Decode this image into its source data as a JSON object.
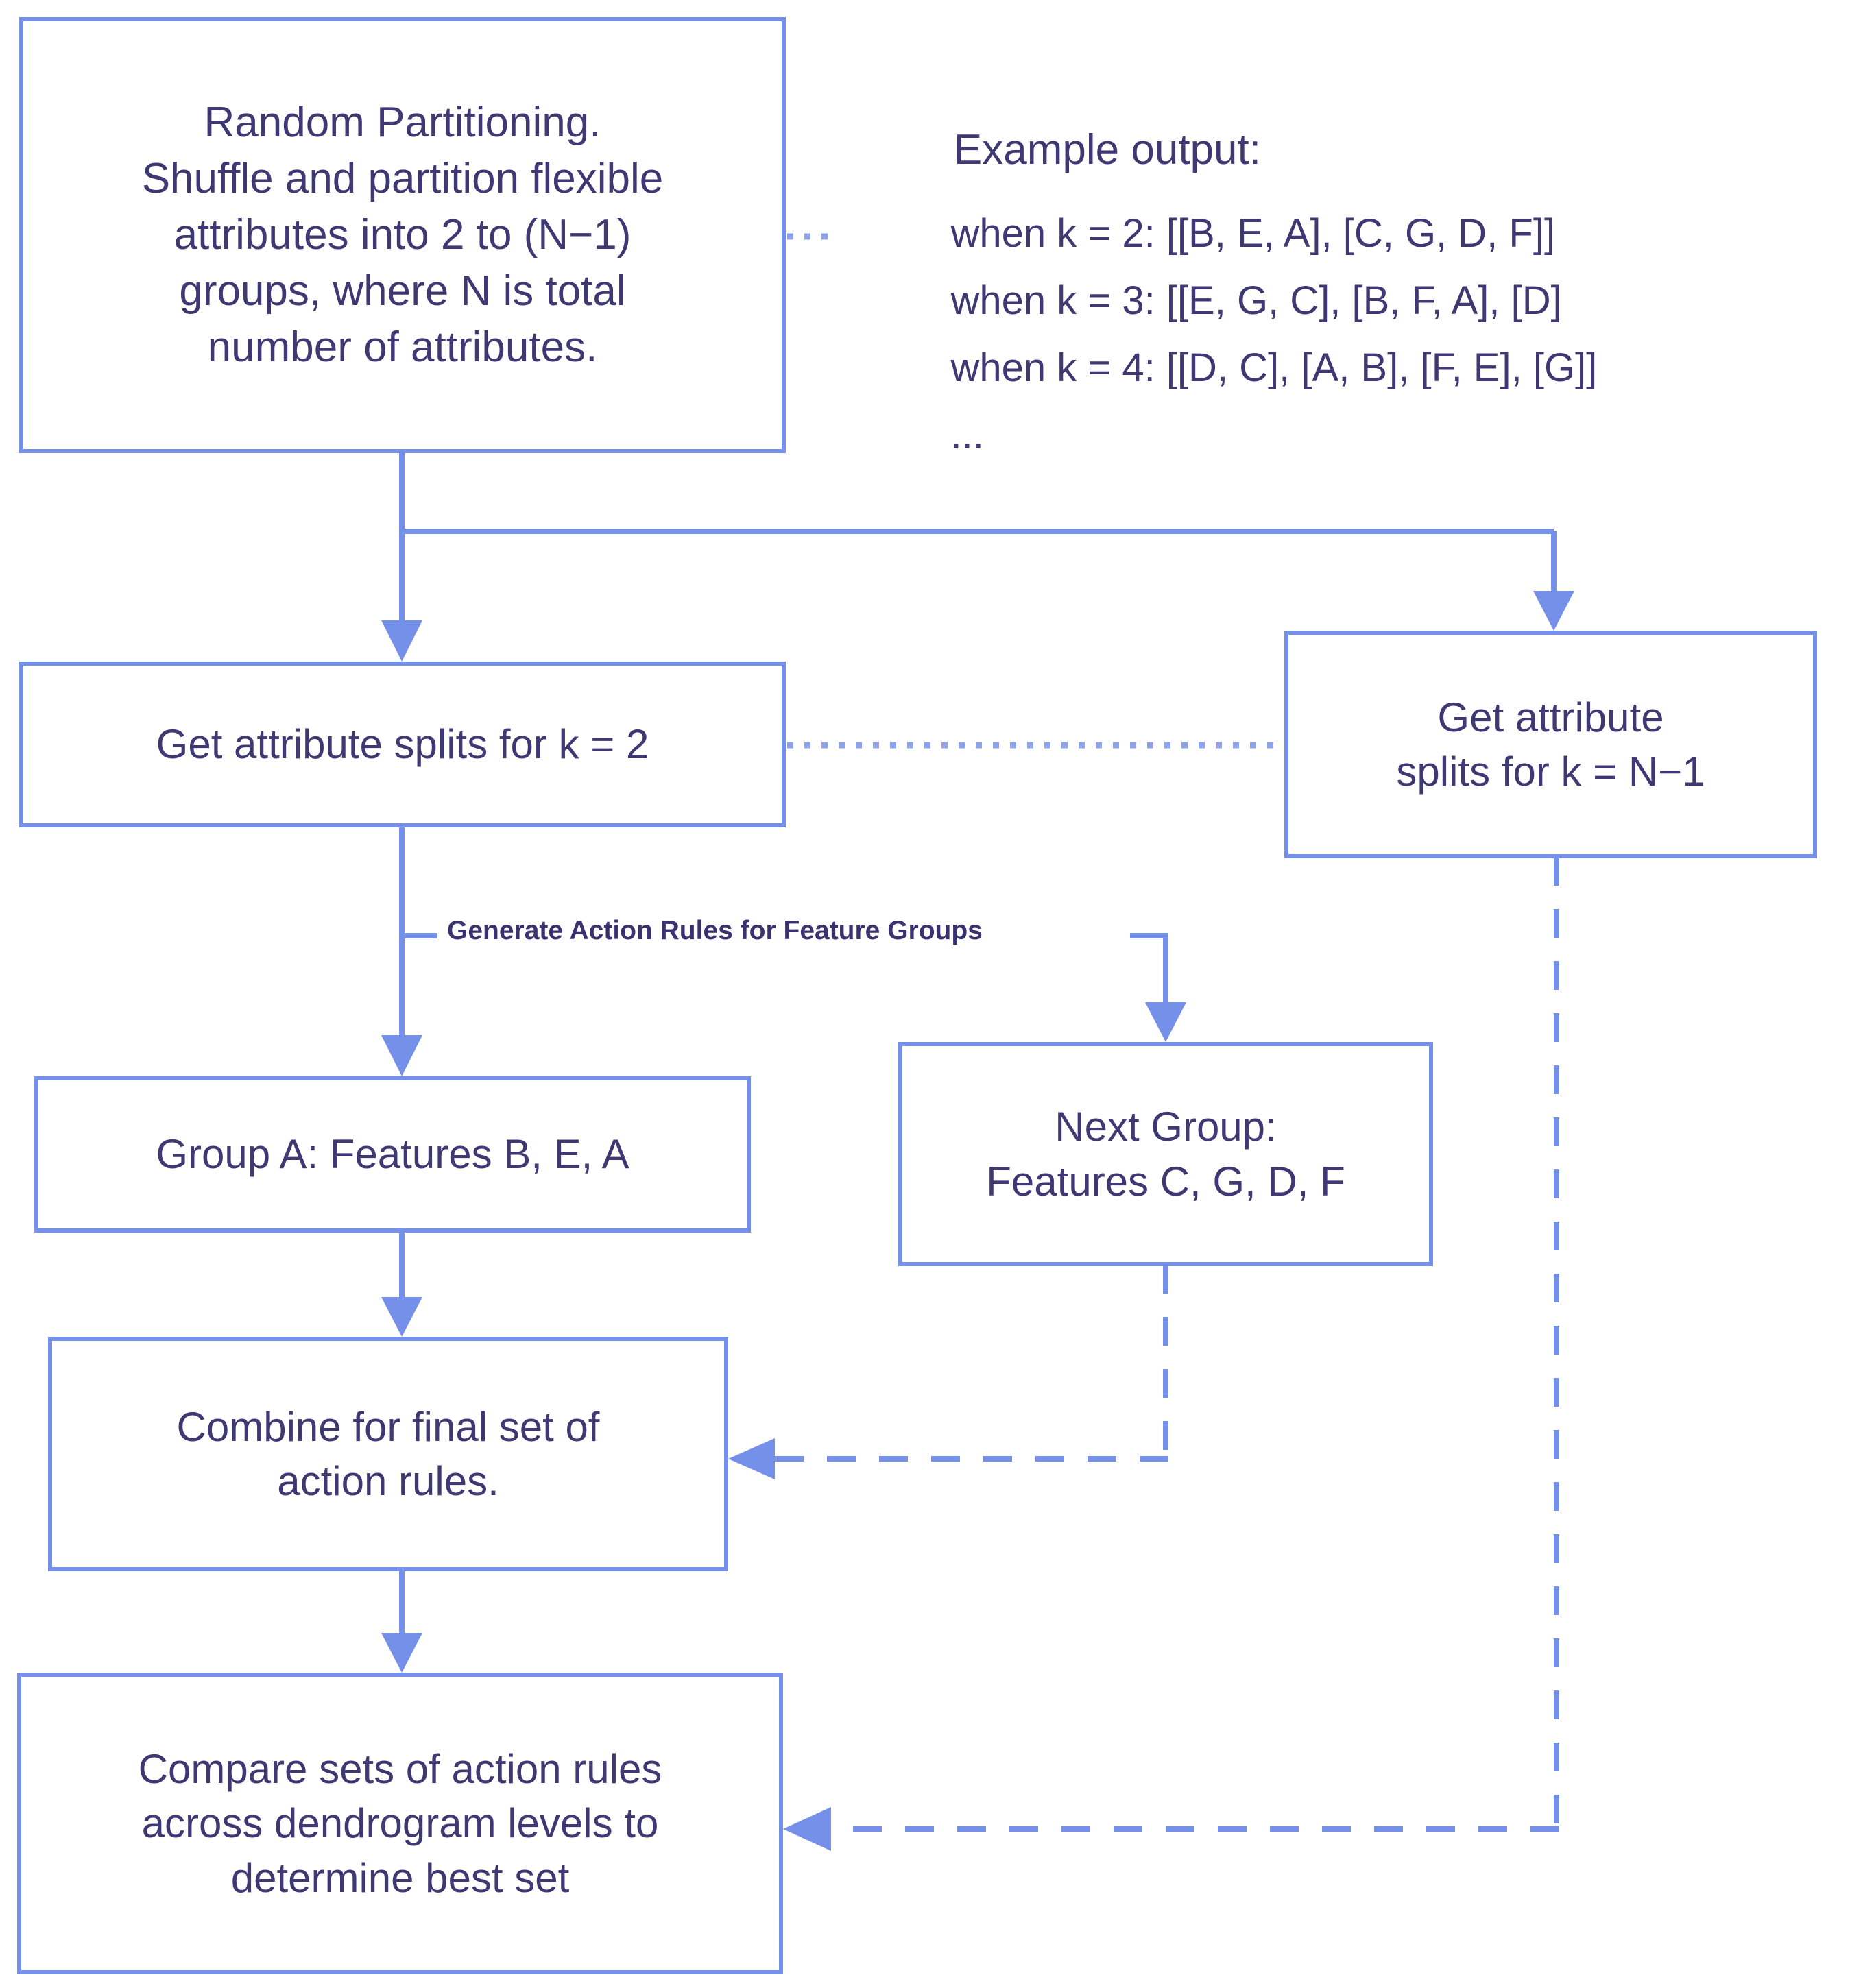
{
  "diagram": {
    "title": "Random partitioning action rule generation flowchart",
    "colors": {
      "stroke": "#7490E8",
      "text": "#403872",
      "background": "#FFFFFF"
    },
    "nodes": {
      "random_partitioning": "Random Partitioning.\nShuffle and partition flexible\nattributes into 2 to (N−1)\ngroups, where N is total\nnumber of attributes.",
      "splits_k2": "Get attribute splits for k = 2",
      "splits_kn1": "Get attribute\nsplits for k = N−1",
      "group_a": "Group A: Features B, E, A",
      "next_group": "Next Group:\nFeatures C, G, D, F",
      "combine": "Combine for final set of\naction rules.",
      "compare": "Compare sets of action rules\nacross dendrogram levels to\ndetermine best set"
    },
    "annotation": {
      "example_heading": "Example output:",
      "example_lines": [
        "when k = 2: [[B, E, A], [C, G, D, F]]",
        "when k = 3: [[E, G, C], [B, F, A], [D]",
        "when k = 4: [[D, C], [A, B], [F, E], [G]]",
        "..."
      ]
    },
    "edge_labels": {
      "generate_action_rules": "Generate Action Rules for Feature Groups"
    }
  }
}
